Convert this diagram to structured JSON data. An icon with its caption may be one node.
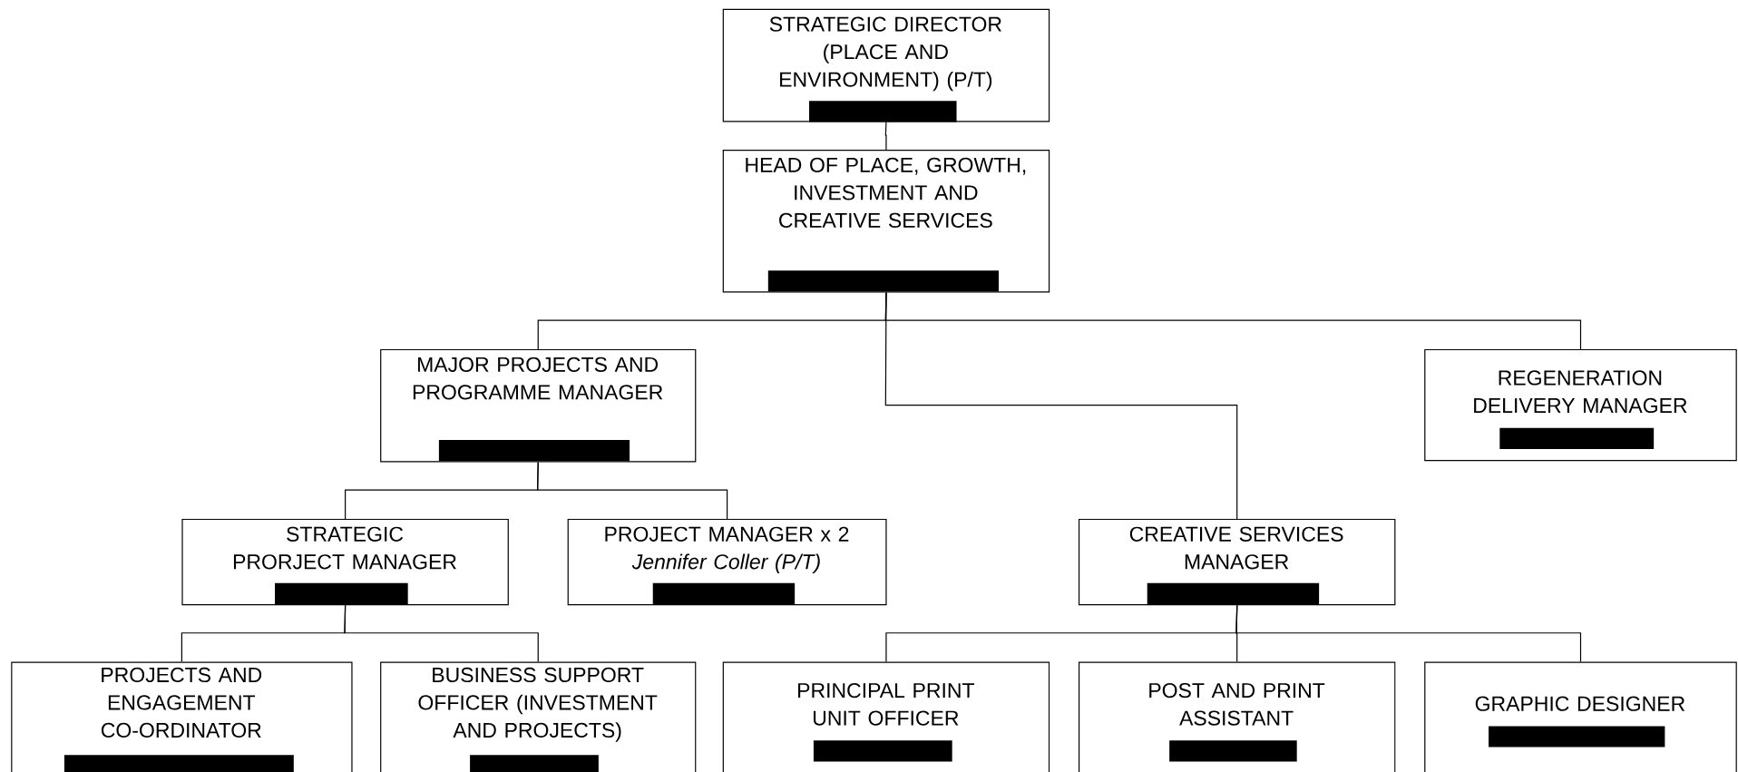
{
  "diagram": {
    "nodes": [
      {
        "text": [
          "STRATEGIC DIRECTOR (PLACE AND ENVIRONMENT) (P/T)"
        ]
      },
      {
        "text": [
          "HEAD OF PLACE, GROWTH, INVESTMENT AND CREATIVE SERVICES"
        ]
      },
      {
        "text": [
          "MAJOR PROJECTS AND PROGRAMME MANAGER"
        ]
      },
      {
        "text": [
          "REGENERATION DELIVERY MANAGER"
        ]
      },
      {
        "text": [
          "STRATEGIC PRORJECT MANAGER"
        ]
      },
      {
        "text": [
          "PROJECT MANAGER x 2",
          "Jennifer Coller (P/T)"
        ]
      },
      {
        "text": [
          "CREATIVE SERVICES MANAGER"
        ]
      },
      {
        "text": [
          "PROJECTS AND ENGAGEMENT CO-ORDINATOR"
        ]
      },
      {
        "text": [
          "BUSINESS SUPPORT OFFICER (INVESTMENT AND PROJECTS)"
        ]
      },
      {
        "text": [
          "PRINCIPAL PRINT UNIT OFFICER"
        ]
      },
      {
        "text": [
          "POST AND PRINT ASSISTANT"
        ]
      },
      {
        "text": [
          "GRAPHIC DESIGNER"
        ]
      }
    ],
    "edges": [
      {
        "from": 0,
        "to": 1,
        "arrow": "none"
      },
      {
        "from": 1,
        "to": 2,
        "arrow": "none"
      },
      {
        "from": 1,
        "to": 6,
        "arrow": "none"
      },
      {
        "from": 1,
        "to": 3,
        "arrow": "none"
      },
      {
        "from": 2,
        "to": 4,
        "arrow": "none"
      },
      {
        "from": 2,
        "to": 5,
        "arrow": "none"
      },
      {
        "from": 4,
        "to": 7,
        "arrow": "none"
      },
      {
        "from": 4,
        "to": 8,
        "arrow": "none"
      },
      {
        "from": 6,
        "to": 9,
        "arrow": "none"
      },
      {
        "from": 6,
        "to": 10,
        "arrow": "none"
      },
      {
        "from": 6,
        "to": 11,
        "arrow": "none"
      }
    ]
  }
}
